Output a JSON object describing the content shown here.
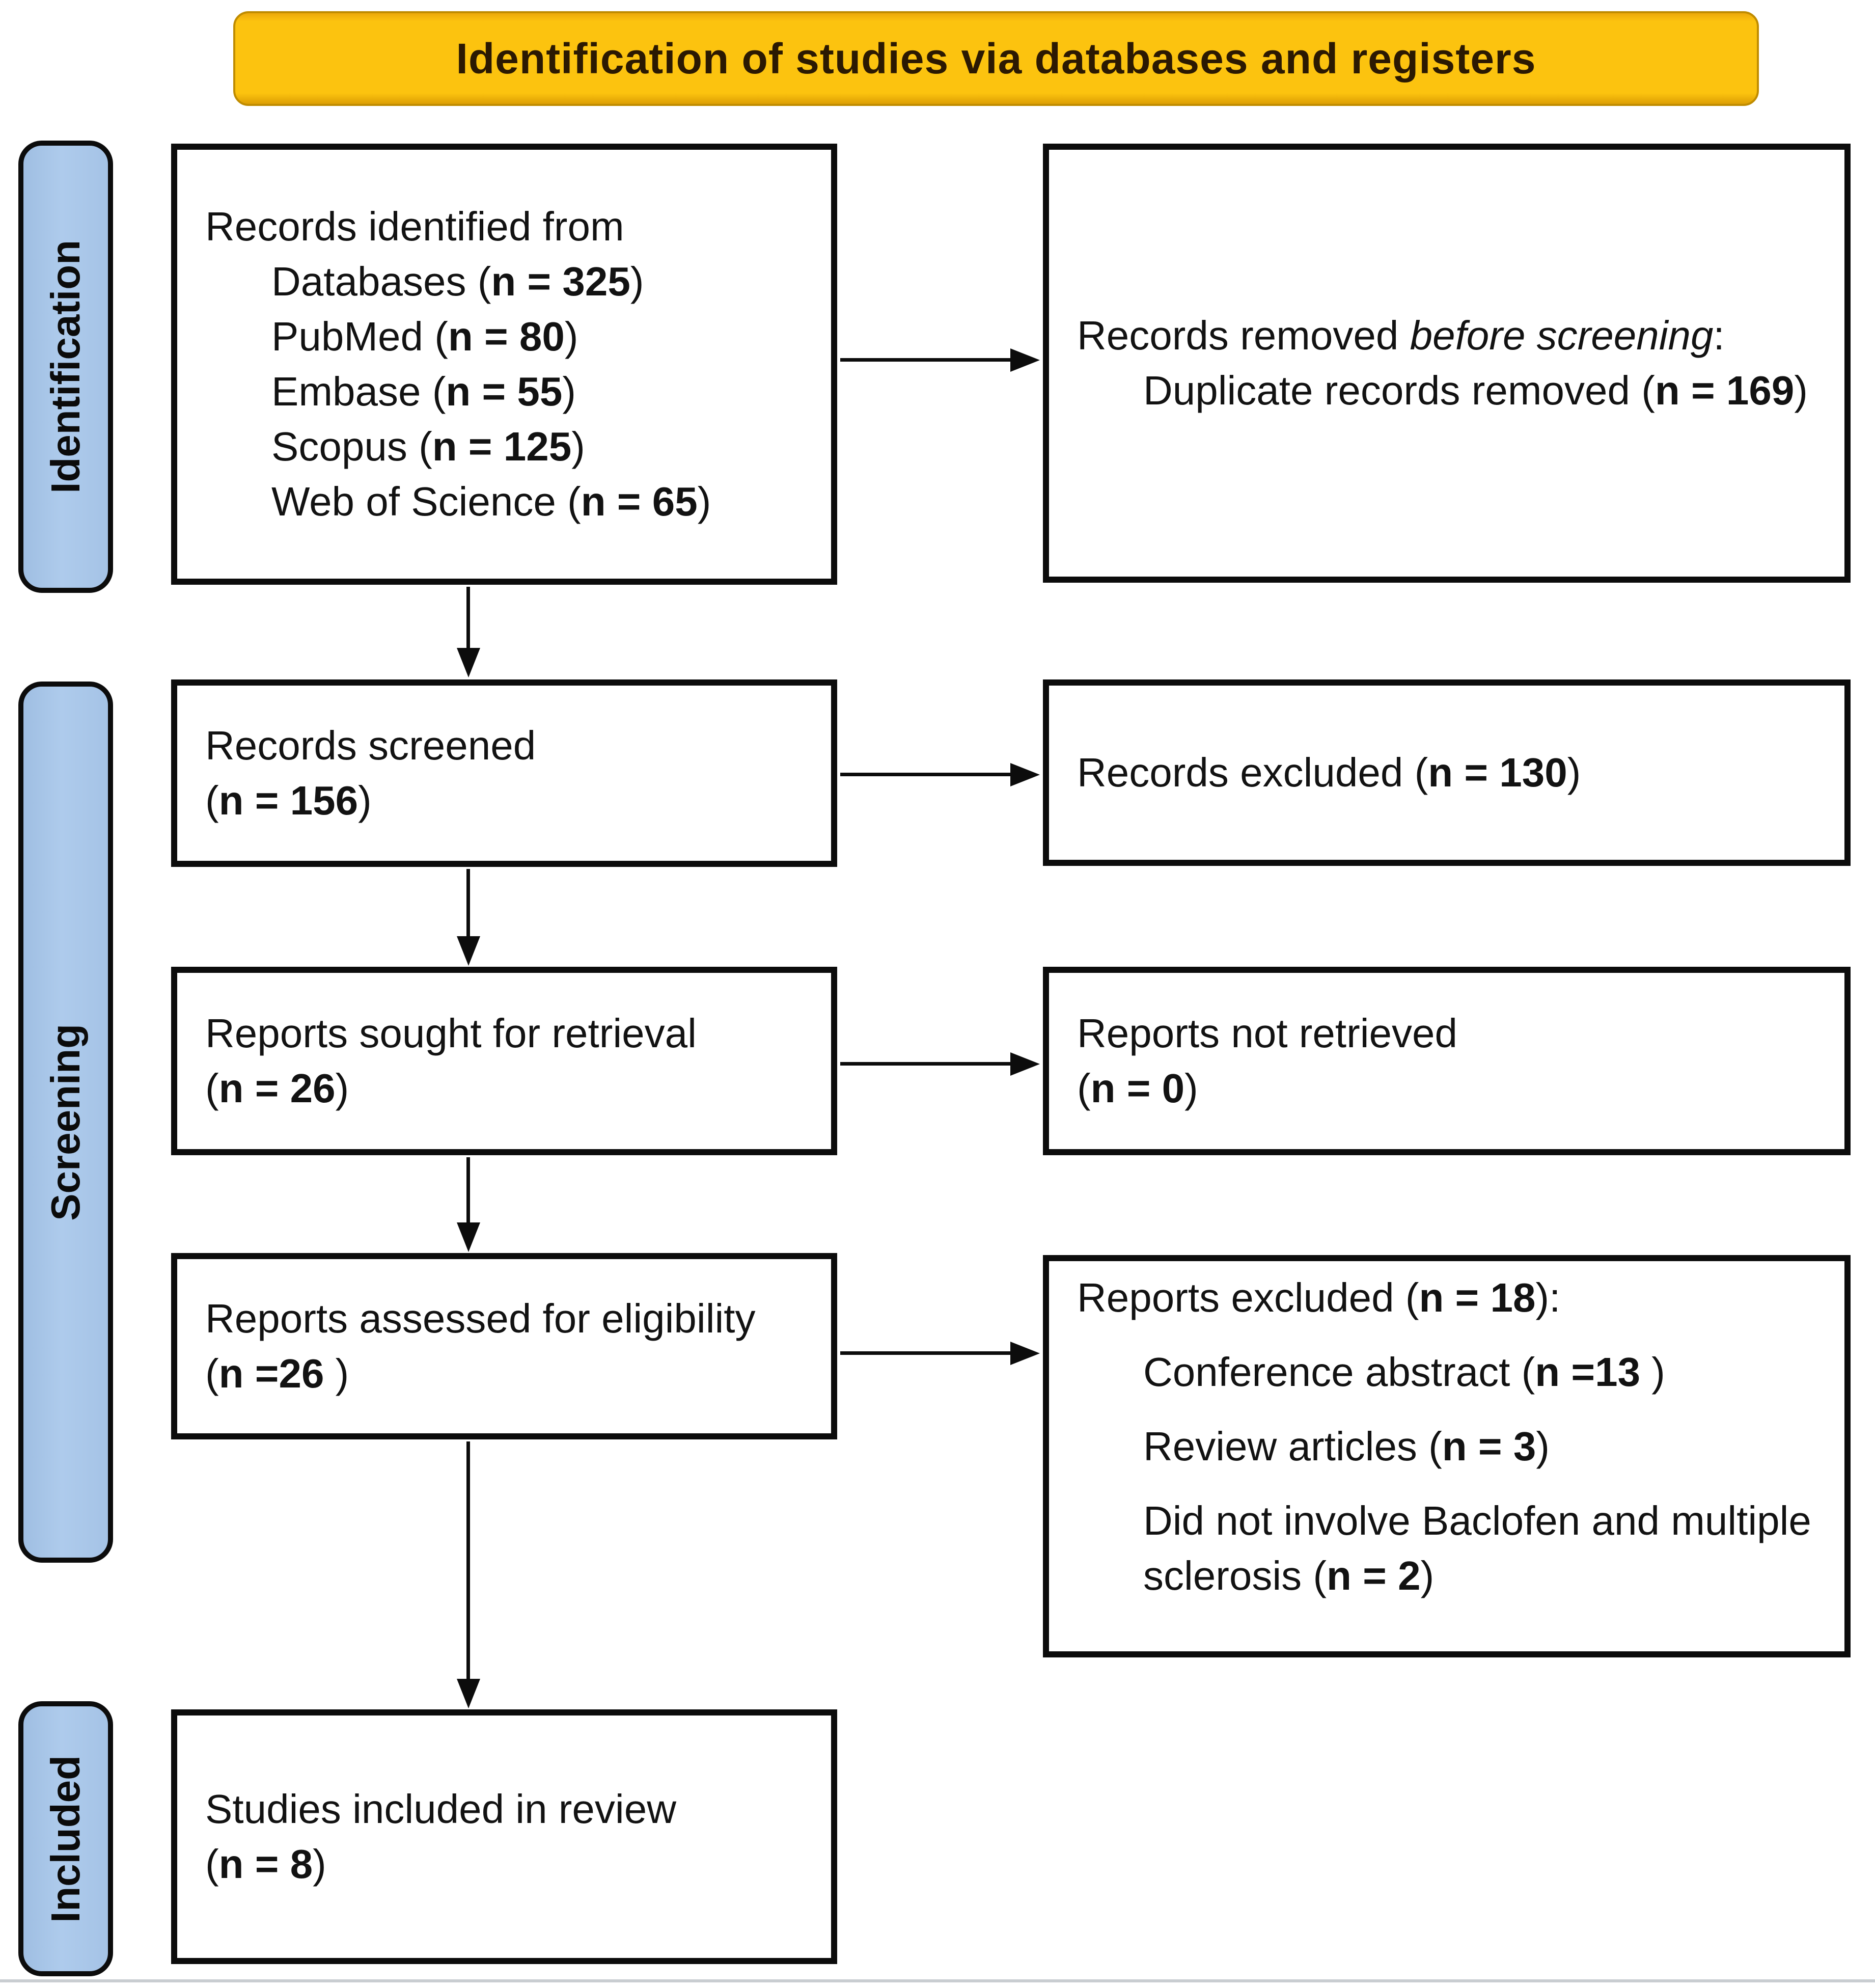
{
  "banner": {
    "title": "Identification of studies via databases and registers",
    "bg_color": "#fcc30f",
    "text_color": "#2b1902"
  },
  "colors": {
    "stage_label_bg": "#a5c3e6",
    "box_border": "#0c0c0c",
    "arrow": "#0c0c0c"
  },
  "side_labels": [
    {
      "label": "Identification"
    },
    {
      "label": "Screening"
    },
    {
      "label": "Included"
    }
  ],
  "boxes": {
    "records_identified": {
      "lines": [
        {
          "seg": [
            {
              "t": "Records identified from"
            }
          ]
        },
        {
          "indent": true,
          "seg": [
            {
              "t": "Databases ("
            },
            {
              "t": "n = 325",
              "b": true
            },
            {
              "t": ")"
            }
          ]
        },
        {
          "indent": true,
          "seg": [
            {
              "t": "PubMed ("
            },
            {
              "t": "n = 80",
              "b": true
            },
            {
              "t": ")"
            }
          ]
        },
        {
          "indent": true,
          "seg": [
            {
              "t": "Embase ("
            },
            {
              "t": "n = 55",
              "b": true
            },
            {
              "t": ")"
            }
          ]
        },
        {
          "indent": true,
          "seg": [
            {
              "t": "Scopus ("
            },
            {
              "t": "n = 125",
              "b": true
            },
            {
              "t": ")"
            }
          ]
        },
        {
          "indent": true,
          "seg": [
            {
              "t": "Web of Science ("
            },
            {
              "t": "n = 65",
              "b": true
            },
            {
              "t": ")"
            }
          ]
        }
      ]
    },
    "records_removed": {
      "lines": [
        {
          "seg": [
            {
              "t": "Records removed "
            },
            {
              "t": "before screening",
              "i": true
            },
            {
              "t": ":"
            }
          ]
        },
        {
          "indent": true,
          "seg": [
            {
              "t": "Duplicate records removed ("
            },
            {
              "t": "n = 169",
              "b": true
            },
            {
              "t": ")"
            }
          ]
        }
      ]
    },
    "records_screened": {
      "lines": [
        {
          "seg": [
            {
              "t": "Records screened"
            }
          ]
        },
        {
          "seg": [
            {
              "t": "("
            },
            {
              "t": "n = 156",
              "b": true
            },
            {
              "t": ")"
            }
          ]
        }
      ]
    },
    "records_excluded": {
      "lines": [
        {
          "seg": [
            {
              "t": "Records excluded ("
            },
            {
              "t": "n = 130",
              "b": true
            },
            {
              "t": ")"
            }
          ]
        }
      ]
    },
    "reports_sought": {
      "lines": [
        {
          "seg": [
            {
              "t": "Reports sought for retrieval"
            }
          ]
        },
        {
          "seg": [
            {
              "t": "("
            },
            {
              "t": "n = 26",
              "b": true
            },
            {
              "t": ")"
            }
          ]
        }
      ]
    },
    "reports_not_retrieved": {
      "lines": [
        {
          "seg": [
            {
              "t": "Reports not retrieved"
            }
          ]
        },
        {
          "seg": [
            {
              "t": "("
            },
            {
              "t": "n = 0",
              "b": true
            },
            {
              "t": ")"
            }
          ]
        }
      ]
    },
    "reports_assessed": {
      "lines": [
        {
          "seg": [
            {
              "t": "Reports assessed for eligibility"
            }
          ]
        },
        {
          "seg": [
            {
              "t": "("
            },
            {
              "t": "n =26",
              "b": true
            },
            {
              "t": " )"
            }
          ]
        }
      ]
    },
    "reports_excluded": {
      "lines": [
        {
          "seg": [
            {
              "t": "Reports excluded ("
            },
            {
              "t": "n = 18",
              "b": true
            },
            {
              "t": "):"
            }
          ]
        },
        {
          "indent": true,
          "gap": true,
          "seg": [
            {
              "t": "Conference abstract ("
            },
            {
              "t": "n =13",
              "b": true
            },
            {
              "t": " )"
            }
          ]
        },
        {
          "indent": true,
          "gap": true,
          "seg": [
            {
              "t": "Review articles ("
            },
            {
              "t": "n = 3",
              "b": true
            },
            {
              "t": ")"
            }
          ]
        },
        {
          "indent": true,
          "gap": true,
          "seg": [
            {
              "t": "Did not involve Baclofen and multiple sclerosis ("
            },
            {
              "t": "n = 2",
              "b": true
            },
            {
              "t": ")"
            }
          ]
        }
      ]
    },
    "studies_included": {
      "lines": [
        {
          "seg": [
            {
              "t": "Studies included in review"
            }
          ]
        },
        {
          "seg": [
            {
              "t": "("
            },
            {
              "t": "n = 8",
              "b": true
            },
            {
              "t": ")"
            }
          ]
        }
      ]
    }
  },
  "connectors": [
    {
      "from": "records-identified",
      "to": "records-removed",
      "direction": "right"
    },
    {
      "from": "records-identified",
      "to": "records-screened",
      "direction": "down"
    },
    {
      "from": "records-screened",
      "to": "records-excluded",
      "direction": "right"
    },
    {
      "from": "records-screened",
      "to": "reports-sought",
      "direction": "down"
    },
    {
      "from": "reports-sought",
      "to": "reports-not-retrieved",
      "direction": "right"
    },
    {
      "from": "reports-sought",
      "to": "reports-assessed",
      "direction": "down"
    },
    {
      "from": "reports-assessed",
      "to": "reports-excluded",
      "direction": "right"
    },
    {
      "from": "reports-assessed",
      "to": "studies-included",
      "direction": "down"
    }
  ]
}
